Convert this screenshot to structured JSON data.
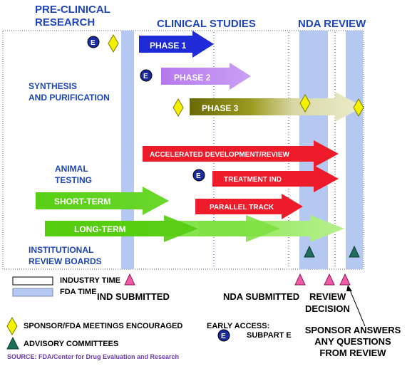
{
  "headers": {
    "preclinical": [
      "PRE-CLINICAL",
      "RESEARCH"
    ],
    "clinical": "CLINICAL STUDIES",
    "nda": "NDA REVIEW"
  },
  "side_labels": {
    "synthesis": [
      "SYNTHESIS",
      "AND PURIFICATION"
    ],
    "animal": [
      "ANIMAL",
      "TESTING"
    ],
    "irb": [
      "INSTITUTIONAL",
      "REVIEW BOARDS"
    ]
  },
  "arrows": {
    "phase1": "PHASE 1",
    "phase2": "PHASE 2",
    "phase3": "PHASE 3",
    "accelerated": "ACCELERATED  DEVELOPMENT/REVIEW",
    "treatment": "TREATMENT IND",
    "parallel": "PARALLEL TRACK",
    "short_term": "SHORT-TERM",
    "long_term": "LONG-TERM"
  },
  "legend": {
    "industry_time": "INDUSTRY TIME",
    "fda_time": "FDA TIME",
    "meetings": "SPONSOR/FDA MEETINGS ENCOURAGED",
    "advisory": "ADVISORY COMMITTEES",
    "early_access_title": "EARLY ACCESS:",
    "early_access_sub": "SUBPART E",
    "e_badge": "E"
  },
  "milestones": {
    "ind": "IND SUBMITTED",
    "nda": "NDA SUBMITTED",
    "review_decision": [
      "REVIEW",
      "DECISION"
    ],
    "sponsor_answers": [
      "SPONSOR ANSWERS",
      "ANY QUESTIONS",
      "FROM REVIEW"
    ]
  },
  "source": "SOURCE: FDA/Center for Drug Evaluation and Research",
  "colors": {
    "heading_blue": "#1e44b8",
    "fda_band": "#b4c8f2",
    "phase1": "#1f2bd6",
    "phase2": "#b070e8",
    "phase3": "#8a8a16",
    "red": "#ee1c2a",
    "green": "#5fd41a",
    "diamond": "#f4f000",
    "triangle_pink": "#f05aa6",
    "triangle_teal": "#1e6e5c"
  }
}
